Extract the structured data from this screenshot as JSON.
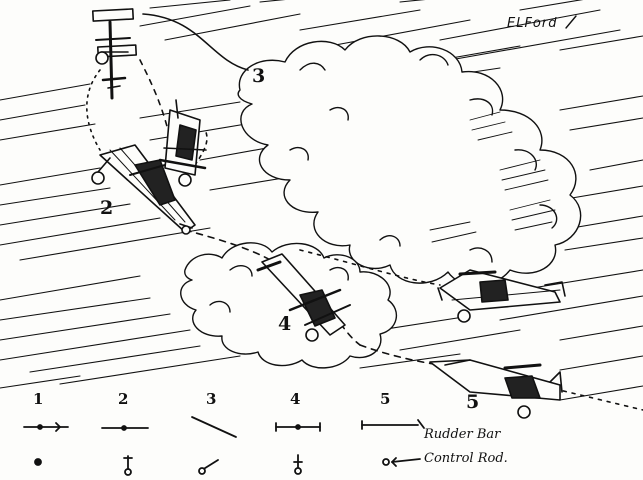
{
  "signature": "ELFord",
  "position_labels": [
    "2",
    "3",
    "4",
    "5"
  ],
  "legend": {
    "step_numbers": [
      "1",
      "2",
      "3",
      "4",
      "5"
    ],
    "rudder_label": "Rudder Bar",
    "control_label": "Control Rod."
  }
}
